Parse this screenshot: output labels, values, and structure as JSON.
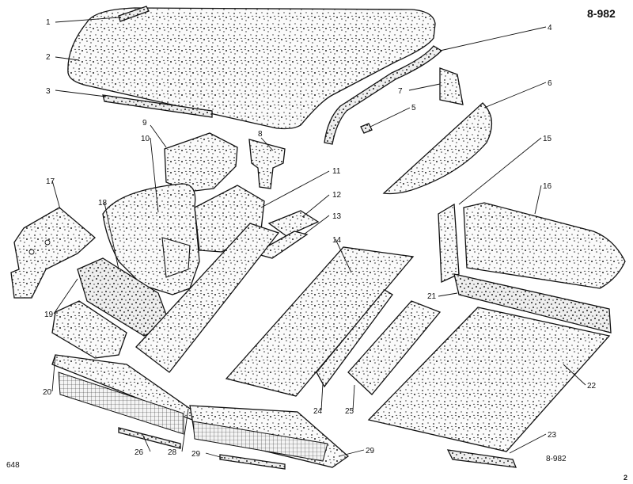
{
  "figure_ref": "8-982",
  "footer_left": "648",
  "footer_ref": "8-982",
  "page_number": "2",
  "callouts": [
    "1",
    "2",
    "3",
    "4",
    "5",
    "6",
    "7",
    "8",
    "9",
    "10",
    "11",
    "12",
    "13",
    "14",
    "15",
    "16",
    "17",
    "18",
    "19",
    "20",
    "21",
    "22",
    "23",
    "24",
    "25",
    "26",
    "28",
    "29",
    "29"
  ]
}
